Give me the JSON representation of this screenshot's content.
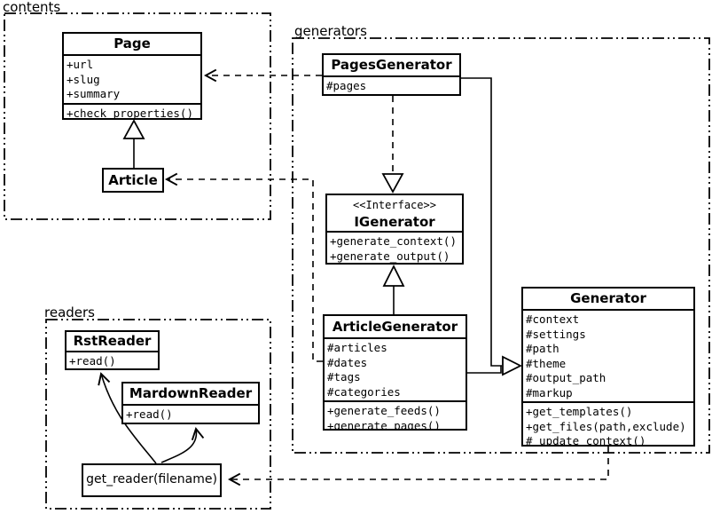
{
  "diagram_title": "Pelican UML class diagram",
  "colors": {
    "stroke": "#000000",
    "background": "#ffffff"
  },
  "packages": {
    "contents": {
      "label": "contents"
    },
    "generators": {
      "label": "generators"
    },
    "readers": {
      "label": "readers"
    }
  },
  "classes": {
    "page": {
      "title": "Page",
      "attributes": [
        "+url",
        "+slug",
        "+summary"
      ],
      "methods": [
        "+check_properties()"
      ]
    },
    "article": {
      "title": "Article"
    },
    "pages_generator": {
      "title": "PagesGenerator",
      "attributes": [
        "#pages"
      ]
    },
    "igenerator": {
      "stereotype": "<<Interface>>",
      "title": "IGenerator",
      "methods": [
        "+generate_context()",
        "+generate_output()"
      ]
    },
    "article_generator": {
      "title": "ArticleGenerator",
      "attributes": [
        "#articles",
        "#dates",
        "#tags",
        "#categories"
      ],
      "methods": [
        "+generate_feeds()",
        "+generate_pages()"
      ]
    },
    "generator": {
      "title": "Generator",
      "attributes": [
        "#context",
        "#settings",
        "#path",
        "#theme",
        "#output_path",
        "#markup"
      ],
      "methods": [
        "+get_templates()",
        "+get_files(path,exclude)",
        "#_update_context()"
      ]
    },
    "rst_reader": {
      "title": "RstReader",
      "methods": [
        "+read()"
      ]
    },
    "mardown_reader": {
      "title": "MardownReader",
      "methods": [
        "+read()"
      ]
    },
    "get_reader": {
      "label": "get_reader(filename)"
    }
  },
  "relationships": [
    {
      "from": "Article",
      "to": "Page",
      "type": "inheritance"
    },
    {
      "from": "PagesGenerator",
      "to": "Page",
      "type": "dependency"
    },
    {
      "from": "ArticleGenerator",
      "to": "Article",
      "type": "dependency"
    },
    {
      "from": "PagesGenerator",
      "to": "IGenerator",
      "type": "realization"
    },
    {
      "from": "ArticleGenerator",
      "to": "IGenerator",
      "type": "inheritance"
    },
    {
      "from": "PagesGenerator",
      "to": "Generator",
      "type": "inheritance"
    },
    {
      "from": "ArticleGenerator",
      "to": "Generator",
      "type": "inheritance"
    },
    {
      "from": "Generator",
      "to": "get_reader(filename)",
      "type": "dependency"
    },
    {
      "from": "get_reader(filename)",
      "to": "RstReader",
      "type": "arrow"
    },
    {
      "from": "get_reader(filename)",
      "to": "MardownReader",
      "type": "arrow"
    }
  ]
}
